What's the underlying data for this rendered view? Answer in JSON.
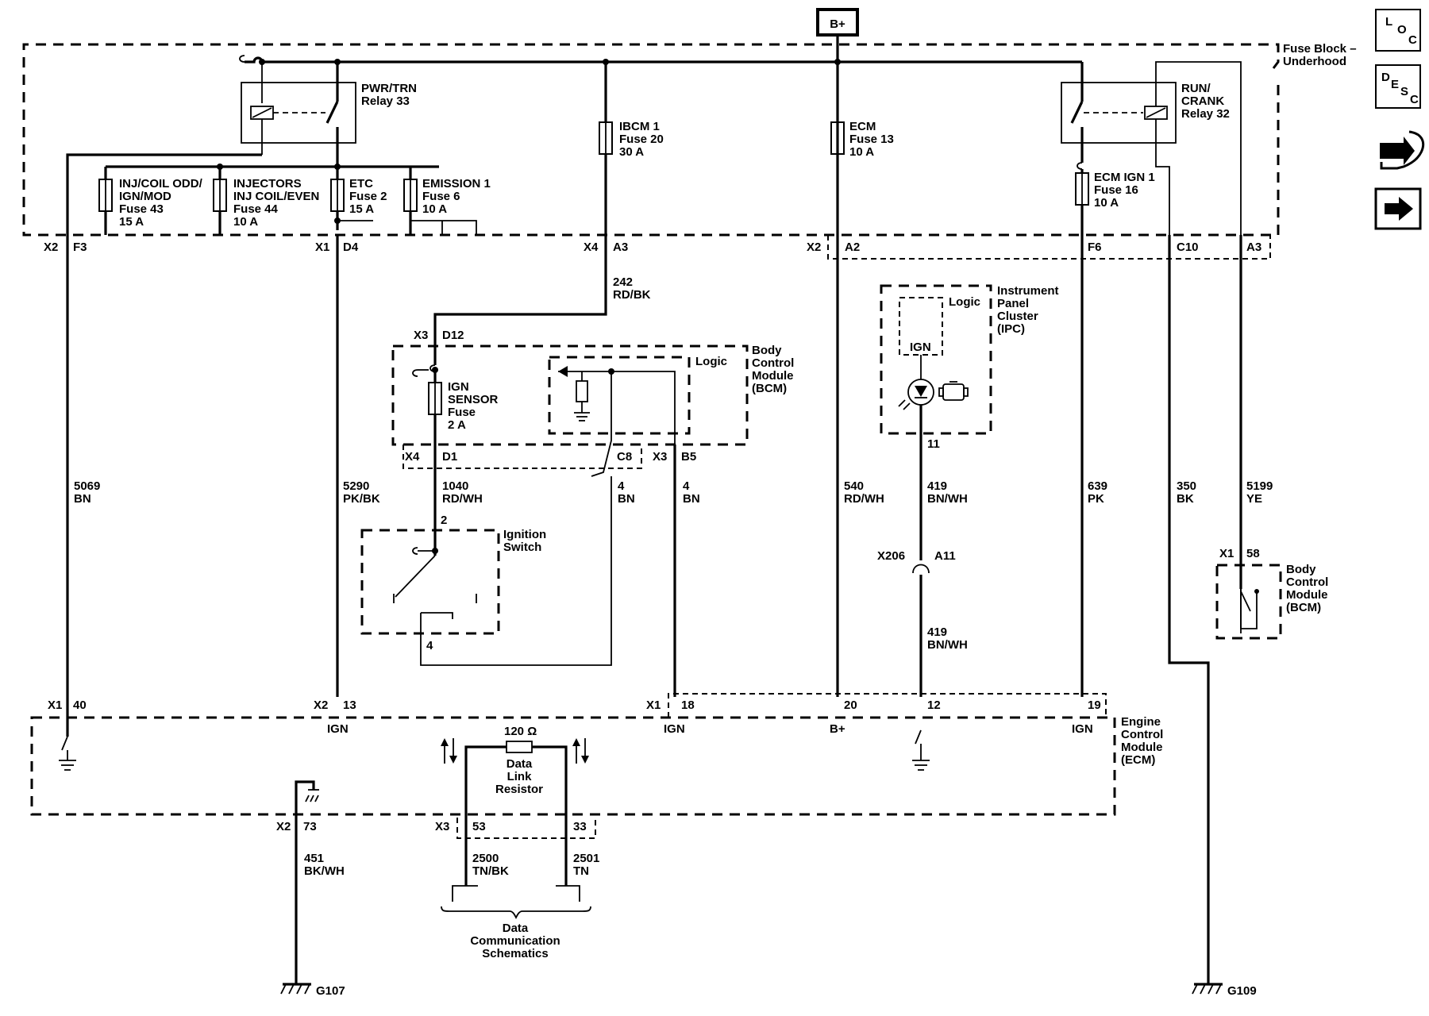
{
  "header": {
    "supply": "B+"
  },
  "side_icons": {
    "loc": [
      "L",
      "O",
      "C"
    ],
    "desc": [
      "D",
      "E",
      "S",
      "C"
    ],
    "icon_names": [
      "loc-icon",
      "desc-icon",
      "connector-view-icon",
      "next-arrow-icon"
    ]
  },
  "fuse_block": {
    "title": [
      "Fuse Block –",
      "Underhood"
    ],
    "relay_pwr": [
      "PWR/TRN",
      "Relay 33"
    ],
    "relay_run": [
      "RUN/",
      "CRANK",
      "Relay 32"
    ],
    "fuses": {
      "f43": [
        "INJ/COIL ODD/",
        "IGN/MOD",
        "Fuse 43",
        "15 A"
      ],
      "f44": [
        "INJECTORS",
        "INJ COIL/EVEN",
        "Fuse 44",
        "10 A"
      ],
      "f2": [
        "ETC",
        "Fuse 2",
        "15 A"
      ],
      "f6": [
        "EMISSION 1",
        "Fuse 6",
        "10 A"
      ],
      "f20": [
        "IBCM 1",
        "Fuse 20",
        "30 A"
      ],
      "f13": [
        "ECM",
        "Fuse 13",
        "10 A"
      ],
      "f16": [
        "ECM IGN 1",
        "Fuse 16",
        "10 A"
      ]
    },
    "pins": [
      [
        "X2",
        "F3"
      ],
      [
        "X1",
        "D4"
      ],
      [
        "X4",
        "A3"
      ],
      [
        "X2",
        "A2"
      ],
      [
        "F6"
      ],
      [
        "C10"
      ],
      [
        "A3"
      ]
    ]
  },
  "wires": {
    "w5069": [
      "5069",
      "BN"
    ],
    "w5290": [
      "5290",
      "PK/BK"
    ],
    "w242": [
      "242",
      "RD/BK"
    ],
    "w1040": [
      "1040",
      "RD/WH"
    ],
    "w4a": [
      "4",
      "BN"
    ],
    "w4b": [
      "4",
      "BN"
    ],
    "w540": [
      "540",
      "RD/WH"
    ],
    "w419a": [
      "419",
      "BN/WH"
    ],
    "w419b": [
      "419",
      "BN/WH"
    ],
    "w639": [
      "639",
      "PK"
    ],
    "w350": [
      "350",
      "BK"
    ],
    "w5199": [
      "5199",
      "YE"
    ],
    "w451": [
      "451",
      "BK/WH"
    ],
    "w2500": [
      "2500",
      "TN/BK"
    ],
    "w2501": [
      "2501",
      "TN"
    ]
  },
  "bcm": {
    "title": [
      "Body",
      "Control",
      "Module",
      "(BCM)"
    ],
    "logic": "Logic",
    "fuse": [
      "IGN",
      "SENSOR",
      "Fuse",
      "2 A"
    ],
    "top_pin": [
      "X3",
      "D12"
    ],
    "pins": [
      "X4",
      "D1",
      "C8",
      "X3",
      "B5"
    ]
  },
  "ign_switch": {
    "title": [
      "Ignition",
      "Switch"
    ],
    "pin_top": "2",
    "pin_bottom": "4"
  },
  "ipc": {
    "title": [
      "Instrument",
      "Panel",
      "Cluster",
      "(IPC)"
    ],
    "logic": "Logic",
    "ign": "IGN",
    "pin": "11"
  },
  "connector_x206": {
    "name": "X206",
    "pin": "A11"
  },
  "bcm2": {
    "title": [
      "Body",
      "Control",
      "Module",
      "(BCM)"
    ],
    "pin": [
      "X1",
      "58"
    ]
  },
  "ecm": {
    "title": [
      "Engine",
      "Control",
      "Module",
      "(ECM)"
    ],
    "pins": [
      [
        "X1",
        "40"
      ],
      [
        "X2",
        "13"
      ],
      [
        "X1",
        "18"
      ],
      [
        "20"
      ],
      [
        "12"
      ],
      [
        "19"
      ]
    ],
    "labels": [
      "IGN",
      "IGN",
      "B+",
      "IGN"
    ],
    "resistor": [
      "120 Ω",
      "Data",
      "Link",
      "Resistor"
    ],
    "bottom_pins": [
      [
        "X2",
        "73"
      ],
      [
        "X3",
        "53"
      ],
      [
        "33"
      ]
    ]
  },
  "data_comm": [
    "Data",
    "Communication",
    "Schematics"
  ],
  "grounds": {
    "g107": "G107",
    "g109": "G109"
  }
}
